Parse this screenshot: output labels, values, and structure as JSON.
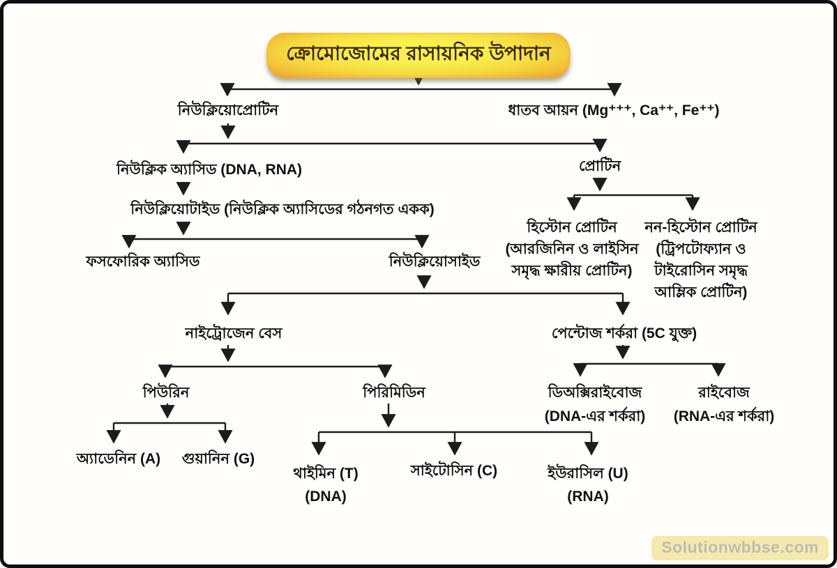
{
  "page": {
    "watermark": "Solutionwbbse.com"
  },
  "diagram": {
    "title": "ক্রোমোজোমের রাসায়নিক উপাদান",
    "accent_colors": {
      "title_fill_center": "#f9f04f",
      "title_fill_edge": "#ef9f2e",
      "line_color": "#1c1c1c",
      "watermark_bg": "#f6e9ae",
      "watermark_text": "#bfbcb2"
    },
    "nodes": {
      "nucleoprotein": {
        "label": "নিউক্লিয়োপ্রোটিন"
      },
      "metal_ion": {
        "label": "ধাতব আয়ন (Mg⁺⁺⁺, Ca⁺⁺, Fe⁺⁺)"
      },
      "nucleic_acid": {
        "label": "নিউক্লিক অ্যাসিড (DNA, RNA)"
      },
      "protein": {
        "label": "প্রোটিন"
      },
      "nucleotide": {
        "label": "নিউক্লিয়োটাইড (নিউক্লিক অ্যাসিডের গঠনগত একক)"
      },
      "histone": {
        "lines": [
          "হিস্টোন প্রোটিন",
          "(আরজিনিন ও লাইসিন",
          "সমৃদ্ধ ক্ষারীয় প্রোটিন)"
        ]
      },
      "non_histone": {
        "lines": [
          "নন-হিস্টোন প্রোটিন",
          "(ট্রিপটোফ্যান ও",
          "টাইরোসিন সমৃদ্ধ",
          "আম্লিক প্রোটিন)"
        ]
      },
      "phosphoric_acid": {
        "label": "ফসফোরিক অ্যাসিড"
      },
      "nucleoside": {
        "label": "নিউক্লিয়োসাইড"
      },
      "nitrogen_base": {
        "label": "নাইট্রোজেন বেস"
      },
      "pentose_sugar": {
        "label": "পেন্টোজ শর্করা (5C যুক্ত)"
      },
      "purine": {
        "label": "পিউরিন"
      },
      "pyrimidine": {
        "label": "পিরিমিডিন"
      },
      "deoxyribose": {
        "lines": [
          "ডিঅক্সিরাইবোজ",
          "(DNA-এর শর্করা)"
        ]
      },
      "ribose": {
        "lines": [
          "রাইবোজ",
          "(RNA-এর শর্করা)"
        ]
      },
      "adenine": {
        "label": "অ্যাডেনিন (A)"
      },
      "guanine": {
        "label": "গুয়ানিন (G)"
      },
      "thymine": {
        "lines": [
          "থাইমিন (T)",
          "(DNA)"
        ]
      },
      "cytosine": {
        "label": "সাইটোসিন (C)"
      },
      "uracil": {
        "lines": [
          "ইউরাসিল (U)",
          "(RNA)"
        ]
      }
    },
    "structure": [
      {
        "parent": "title",
        "children": [
          "nucleoprotein",
          "metal_ion"
        ]
      },
      {
        "parent": "nucleoprotein",
        "children": [
          "nucleic_acid",
          "protein"
        ]
      },
      {
        "parent": "nucleic_acid",
        "children": [
          "nucleotide"
        ]
      },
      {
        "parent": "nucleotide",
        "children": [
          "phosphoric_acid",
          "nucleoside"
        ]
      },
      {
        "parent": "protein",
        "children": [
          "histone",
          "non_histone"
        ]
      },
      {
        "parent": "nucleoside",
        "children": [
          "nitrogen_base",
          "pentose_sugar"
        ]
      },
      {
        "parent": "nitrogen_base",
        "children": [
          "purine",
          "pyrimidine"
        ]
      },
      {
        "parent": "pentose_sugar",
        "children": [
          "deoxyribose",
          "ribose"
        ]
      },
      {
        "parent": "purine",
        "children": [
          "adenine",
          "guanine"
        ]
      },
      {
        "parent": "pyrimidine",
        "children": [
          "thymine",
          "cytosine",
          "uracil"
        ]
      }
    ]
  }
}
